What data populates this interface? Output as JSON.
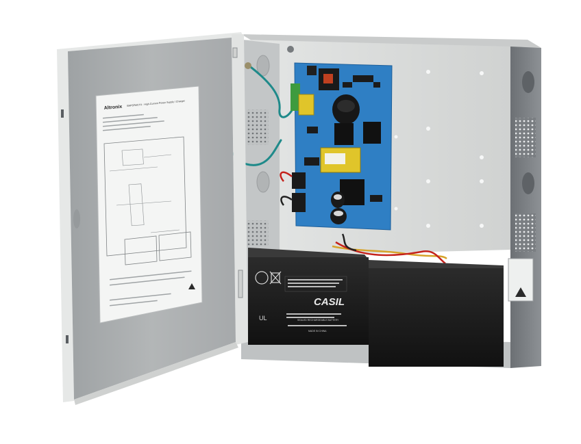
{
  "door_label": {
    "brand": "Altronix",
    "title": "SMP5PMCTX - High-Current Power Supply / Charger"
  },
  "battery": {
    "brand": "CASIL",
    "model_line": "SEALED RECHARGEABLE BATTERY",
    "made_in": "MADE IN CHINA"
  },
  "colors": {
    "enclosure": "#d7d9d8",
    "door": "#d3d5d4",
    "pcb": "#2f7fc4",
    "battery": "#1d1d1d",
    "ground_wire": "#1f8a8a"
  }
}
